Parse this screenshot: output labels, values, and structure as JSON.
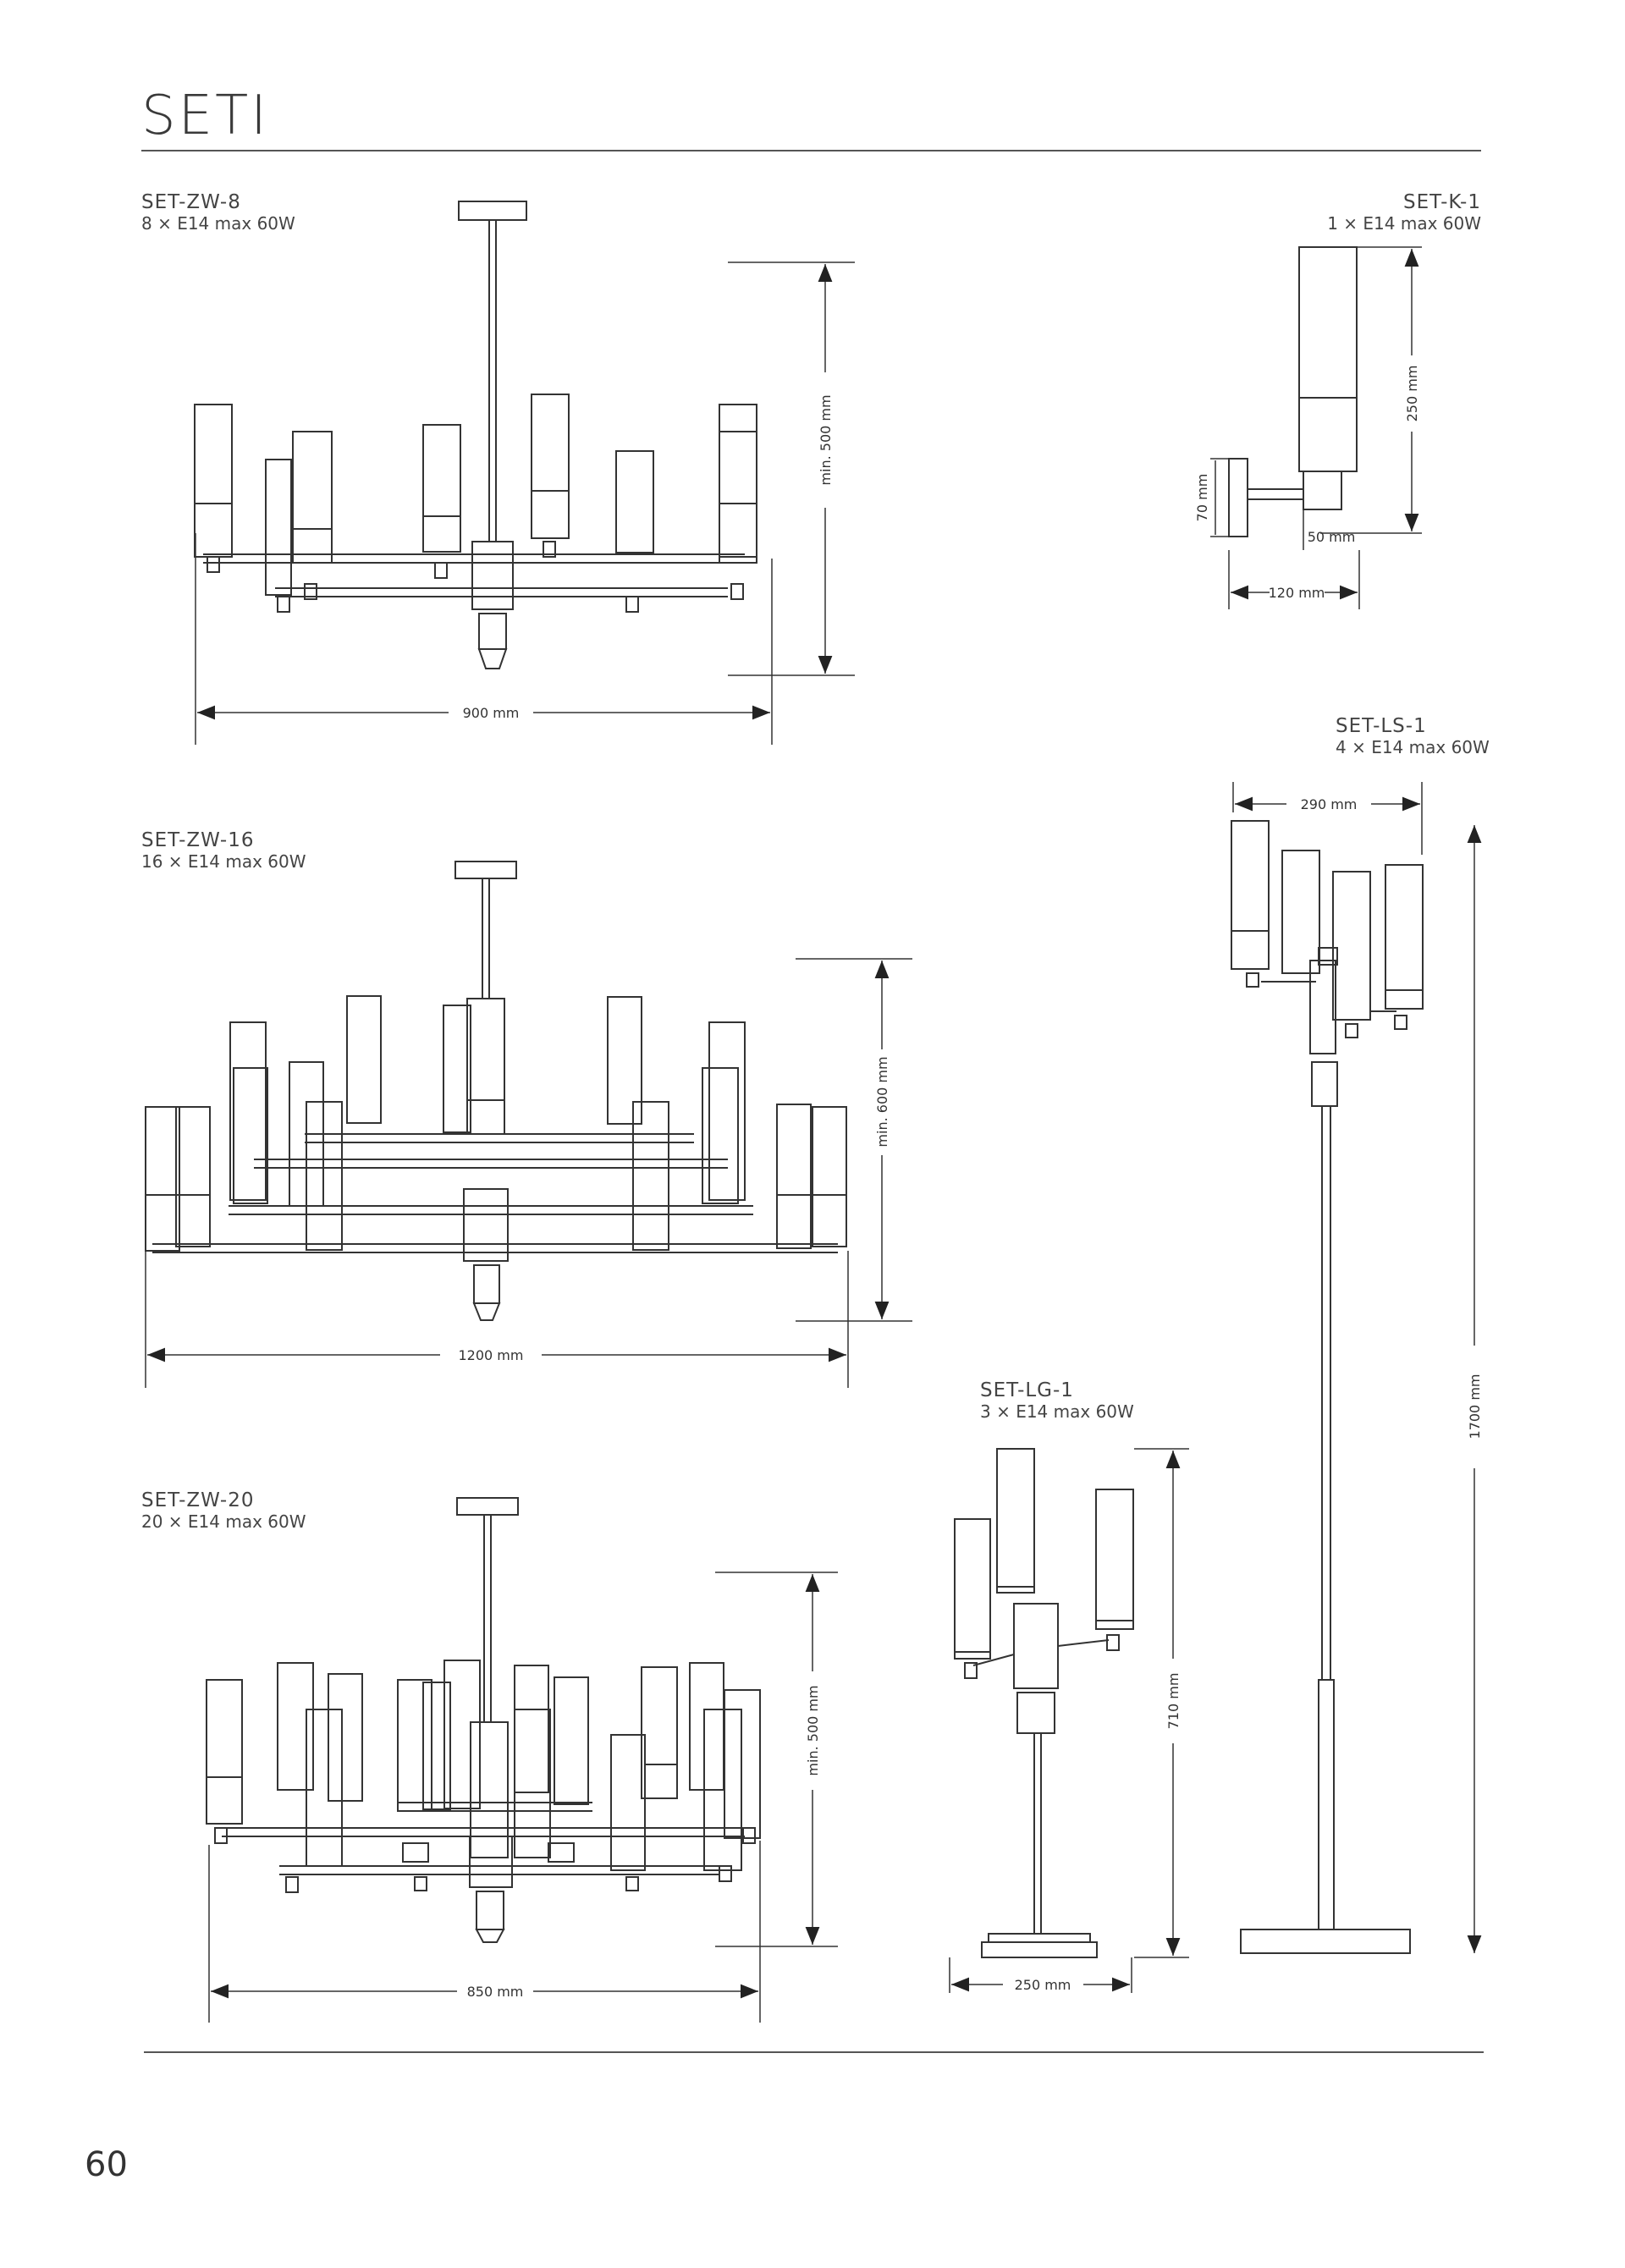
{
  "page": {
    "title": "SETI",
    "page_number": "60"
  },
  "products": [
    {
      "code": "SET-ZW-8",
      "spec": "8 × E14 max 60W",
      "dims": {
        "width": "900 mm",
        "height": "min. 500 mm"
      }
    },
    {
      "code": "SET-K-1",
      "spec": "1 × E14 max 60W",
      "dims": {
        "height": "250 mm",
        "mount": "70 mm",
        "depth": "50 mm",
        "projection": "120 mm"
      }
    },
    {
      "code": "SET-LS-1",
      "spec": "4 × E14 max 60W",
      "dims": {
        "width": "290 mm",
        "height": "1700 mm"
      }
    },
    {
      "code": "SET-ZW-16",
      "spec": "16 × E14 max 60W",
      "dims": {
        "width": "1200 mm",
        "height": "min. 600 mm"
      }
    },
    {
      "code": "SET-LG-1",
      "spec": "3 × E14 max 60W",
      "dims": {
        "width": "250 mm",
        "height": "710 mm"
      }
    },
    {
      "code": "SET-ZW-20",
      "spec": "20 × E14 max 60W",
      "dims": {
        "width": "850 mm",
        "height": "min. 500 mm"
      }
    }
  ],
  "colors": {
    "line": "#333333",
    "text": "#3a3a3a"
  }
}
